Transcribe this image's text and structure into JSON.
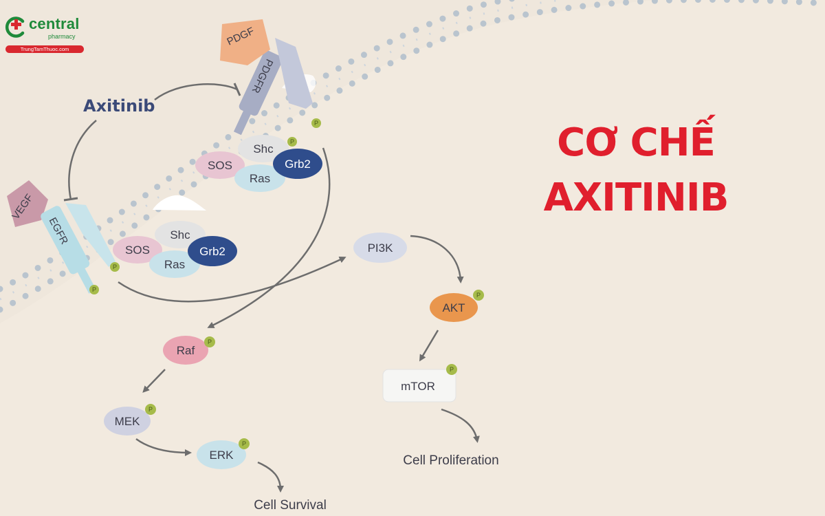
{
  "logo": {
    "name": "central",
    "sub": "pharmacy",
    "url": "TrungTamThuoc.com"
  },
  "title": {
    "line1": "CƠ CHẾ",
    "line2": "AXITINIB"
  },
  "drug": "Axitinib",
  "ligands": {
    "pdgf": "PDGF",
    "vegf": "VEGF"
  },
  "receptors": {
    "pdgfr": "PDGFR",
    "egfr": "EGFR"
  },
  "adapters": {
    "sos": "SOS",
    "shc": "Shc",
    "grb2": "Grb2",
    "ras": "Ras"
  },
  "pathway": {
    "pi3k": "PI3K",
    "akt": "AKT",
    "mtor": "mTOR",
    "raf": "Raf",
    "mek": "MEK",
    "erk": "ERK"
  },
  "phospho": "P",
  "outcomes": {
    "survival": "Cell Survival",
    "proliferation": "Cell Proliferation"
  },
  "colors": {
    "title": "#e01f2d",
    "brand_green": "#1f8a3a",
    "brand_red": "#d9282f",
    "background": "#efe7dc",
    "cell": "#f1e9df"
  }
}
